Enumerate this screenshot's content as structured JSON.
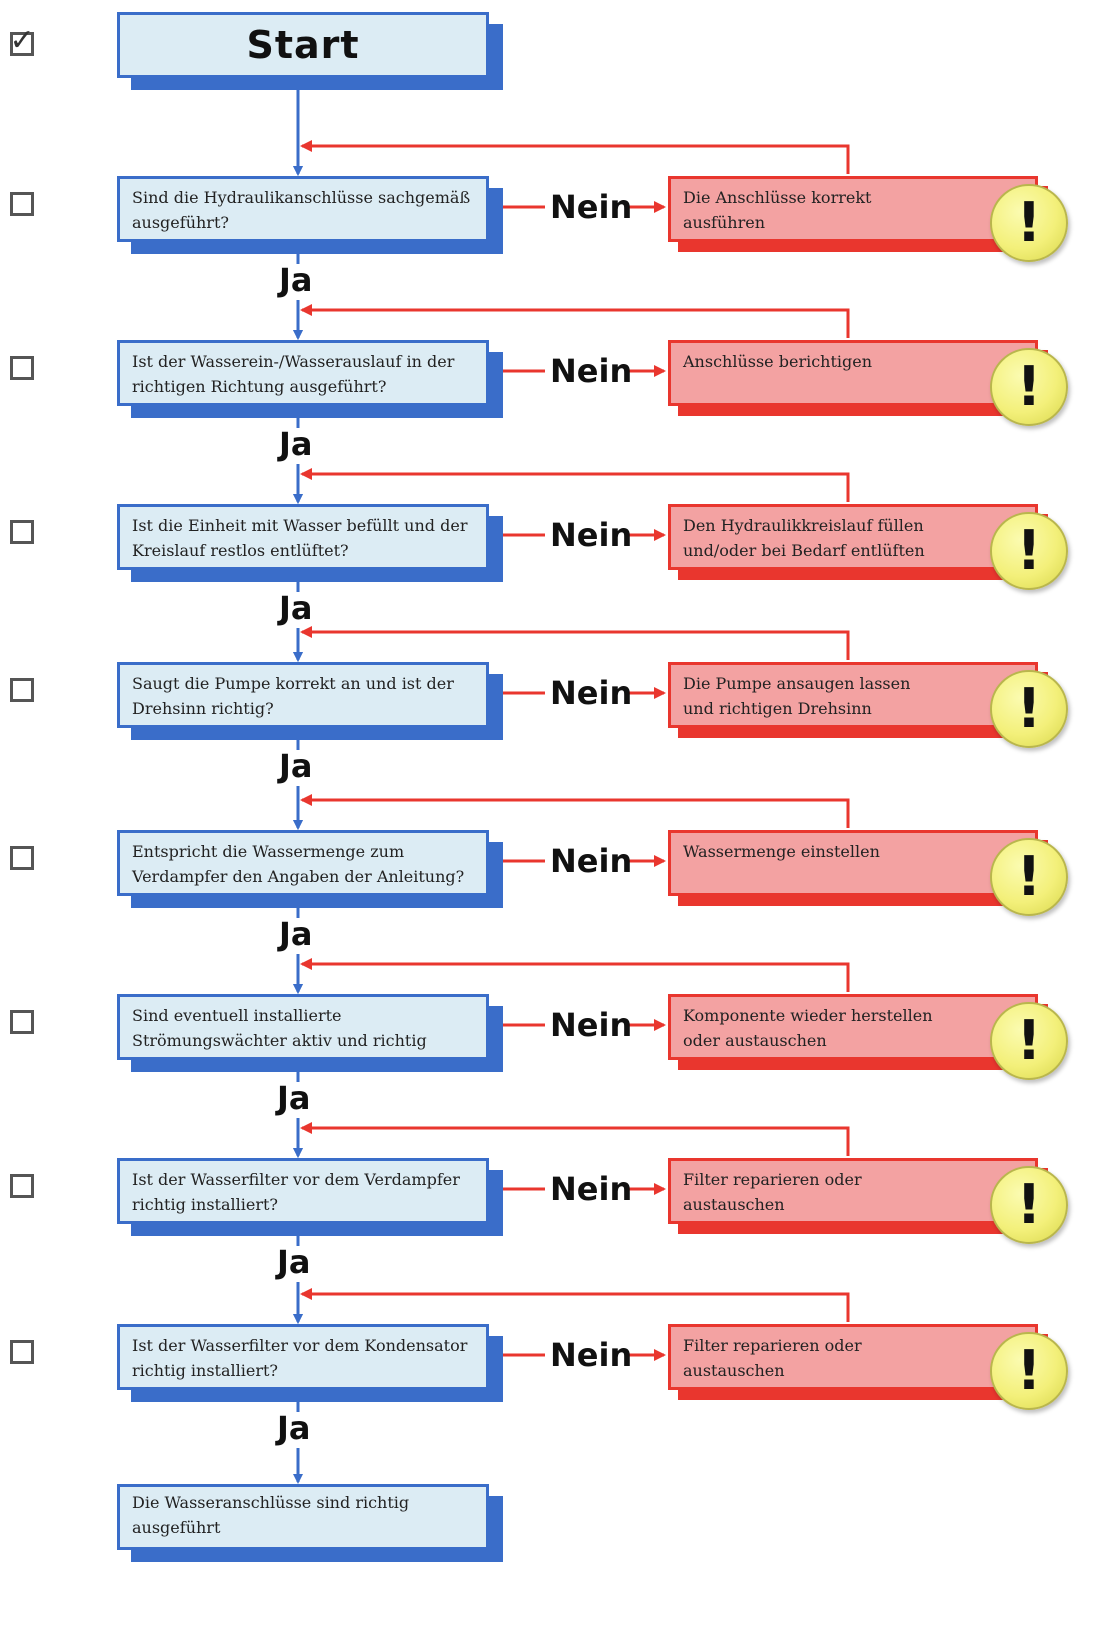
{
  "start": {
    "label": "Start",
    "checked": true
  },
  "labels": {
    "yes": "Ja",
    "no": "Nein"
  },
  "steps": [
    {
      "question": "Sind die Hydraulikanschlüsse sachgemäß ausgeführt?",
      "action": "Die Anschlüsse korrekt ausführen"
    },
    {
      "question": "Ist der Wasserein-/Wasserauslauf in der richtigen Richtung ausgeführt?",
      "action": "Anschlüsse berichtigen"
    },
    {
      "question": "Ist die Einheit mit Wasser befüllt und der Kreislauf restlos entlüftet?",
      "action": "Den Hydraulikkreislauf füllen und/oder bei Bedarf entlüften"
    },
    {
      "question": "Saugt die Pumpe korrekt an und ist der Drehsinn richtig?",
      "action": "Die Pumpe ansaugen lassen und richtigen Drehsinn herstellen"
    },
    {
      "question": "Entspricht die Wassermenge zum Verdampfer den Angaben der Anleitung?",
      "action": "Wassermenge einstellen"
    },
    {
      "question": "Sind eventuell installierte Strömungswächter aktiv und richtig angeschlossen?",
      "action": "Komponente wieder herstellen oder austauschen"
    },
    {
      "question": "Ist der Wasserfilter vor dem Verdampfer richtig installiert?",
      "action": "Filter reparieren oder austauschen"
    },
    {
      "question": "Ist der Wasserfilter vor dem Kondensator richtig installiert?",
      "action": "Filter reparieren oder austauschen"
    }
  ],
  "end": {
    "label": "Die Wasseranschlüsse sind richtig ausgeführt"
  },
  "colors": {
    "blue": "#3a6dc9",
    "blue_fill": "#dcecf4",
    "red": "#e9362e",
    "red_fill": "#f3a2a2",
    "warning_yellow": "#f3f07a"
  }
}
